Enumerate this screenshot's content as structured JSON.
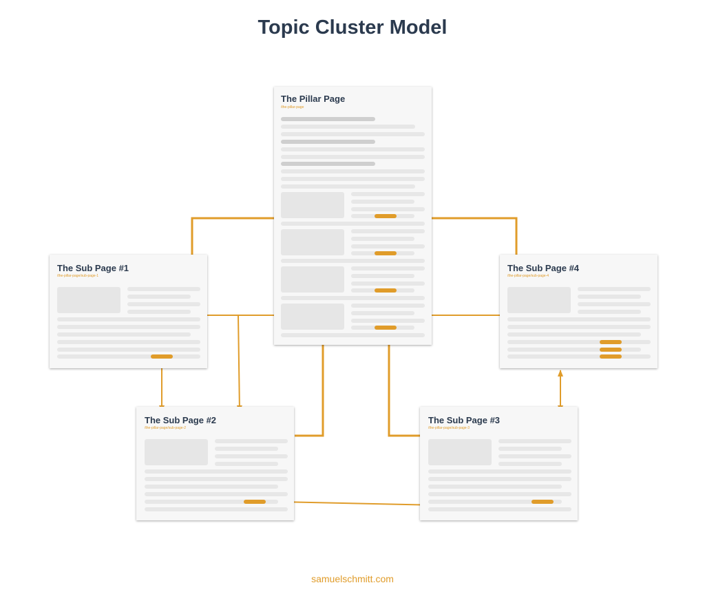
{
  "title": "Topic Cluster Model",
  "footer": "samuelschmitt.com",
  "pillar": {
    "title": "The Pillar Page",
    "url": "/the-pillar-page"
  },
  "sub_pages": [
    {
      "title": "The Sub Page #1",
      "url": "/the-pillar-page/sub-page-1"
    },
    {
      "title": "The Sub Page #2",
      "url": "/the-pillar-page/sub-page-2"
    },
    {
      "title": "The Sub Page #3",
      "url": "/the-pillar-page/sub-page-3"
    },
    {
      "title": "The Sub Page #4",
      "url": "/the-pillar-page/sub-page-4"
    }
  ],
  "colors": {
    "accent": "#e09c2a",
    "heading": "#2b3a4e",
    "card_bg": "#f7f7f7",
    "line": "#e7e7e7"
  }
}
